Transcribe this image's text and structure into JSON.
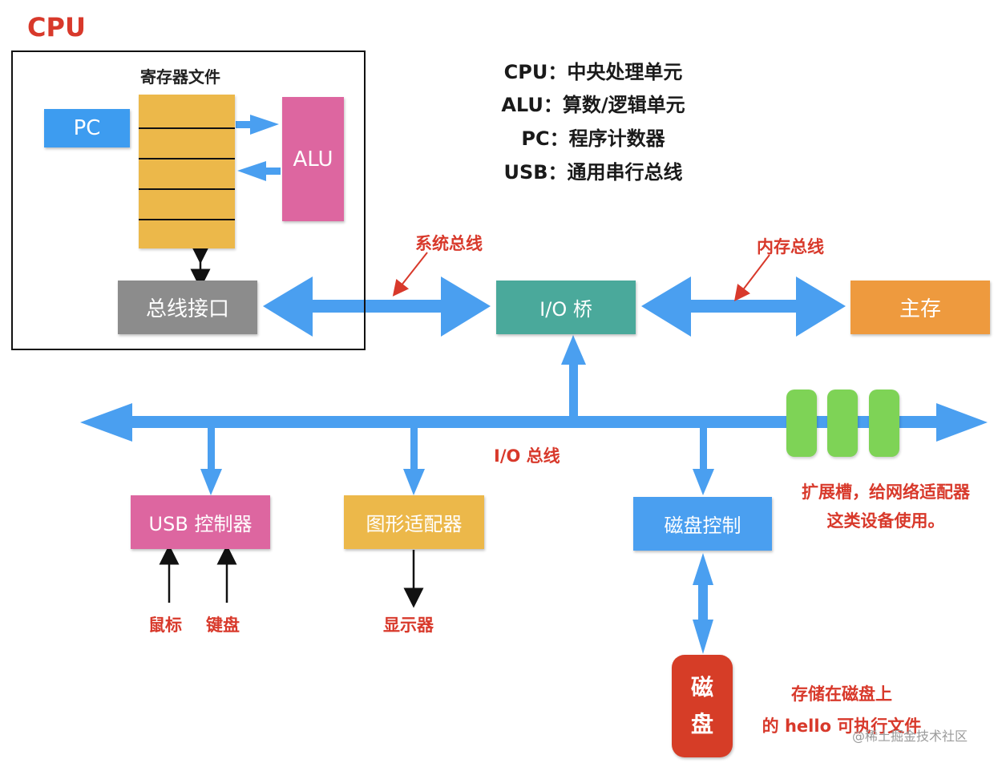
{
  "cpu": {
    "title": "CPU",
    "register_file_label": "寄存器文件",
    "pc_label": "PC",
    "alu_label": "ALU",
    "bus_interface_label": "总线接口"
  },
  "legend": [
    "CPU：中央处理单元",
    "ALU：算数/逻辑单元",
    "PC：程序计数器",
    "USB：通用串行总线"
  ],
  "components": {
    "io_bridge": "I/O 桥",
    "main_memory": "主存",
    "usb_controller": "USB 控制器",
    "graphics_adapter": "图形适配器",
    "disk_controller": "磁盘控制",
    "disk_line1": "磁",
    "disk_line2": "盘"
  },
  "annotations": {
    "system_bus": "系统总线",
    "memory_bus": "内存总线",
    "io_bus": "I/O 总线",
    "expansion_line1": "扩展槽，给网络适配器",
    "expansion_line2": "这类设备使用。",
    "mouse": "鼠标",
    "keyboard": "键盘",
    "display": "显示器",
    "hello_line1": "存储在磁盘上",
    "hello_line2": "的 hello 可执行文件"
  },
  "watermark": "@稀土掘金技术社区",
  "colors": {
    "bus_blue": "#4a9ff0",
    "pc_blue": "#3d9cf0",
    "register_yellow": "#ecb84a",
    "alu_pink": "#dd66a0",
    "bus_interface_gray": "#8c8c8c",
    "io_bridge_teal": "#4aa99b",
    "memory_orange": "#ee9a3e",
    "slot_green": "#7ed356",
    "disk_red": "#d63d27",
    "annotation_red": "#d8392b"
  }
}
